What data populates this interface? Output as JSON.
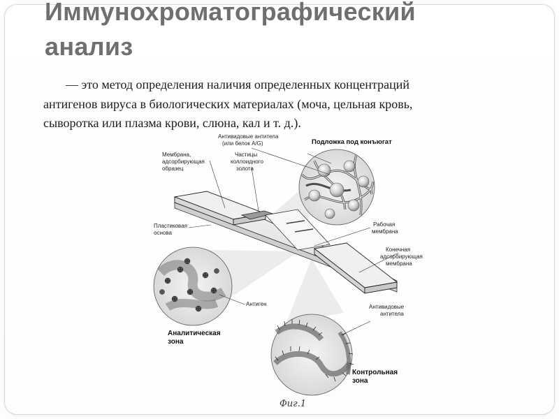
{
  "slide": {
    "title_lines": [
      "Иммунохроматографический",
      "анализ"
    ],
    "body_lines": [
      "— это метод определения наличия определенных концентраций",
      "антигенов вируса в биологических материалах (моча, цельная кровь,",
      "сыворотка или плазма крови, слюна, кал и т. д.)."
    ]
  },
  "diagram": {
    "labels": {
      "antibodies_top_1": "Антивидовые антитела",
      "antibodies_top_2": "(или белок A/G)",
      "conjugate_pad": "Подложка под конъюгат",
      "membrane_1": "Мембрана,",
      "membrane_2": "адсорбирующая",
      "membrane_3": "образец",
      "gold_1": "Частицы",
      "gold_2": "коллоидного",
      "gold_3": "золота",
      "plastic_1": "Пластиковая",
      "plastic_2": "основа",
      "working_1": "Рабочая",
      "working_2": "мембрана",
      "end_1": "Конечная",
      "end_2": "адсорбирующая",
      "end_3": "мембрана",
      "antigen": "Антиген",
      "analytic_1": "Аналитическая",
      "analytic_2": "зона",
      "antibodies_bottom_1": "Антивидовые",
      "antibodies_bottom_2": "антитела",
      "control_1": "Контрольная",
      "control_2": "зона",
      "figure_caption": "Фиг.1"
    }
  }
}
